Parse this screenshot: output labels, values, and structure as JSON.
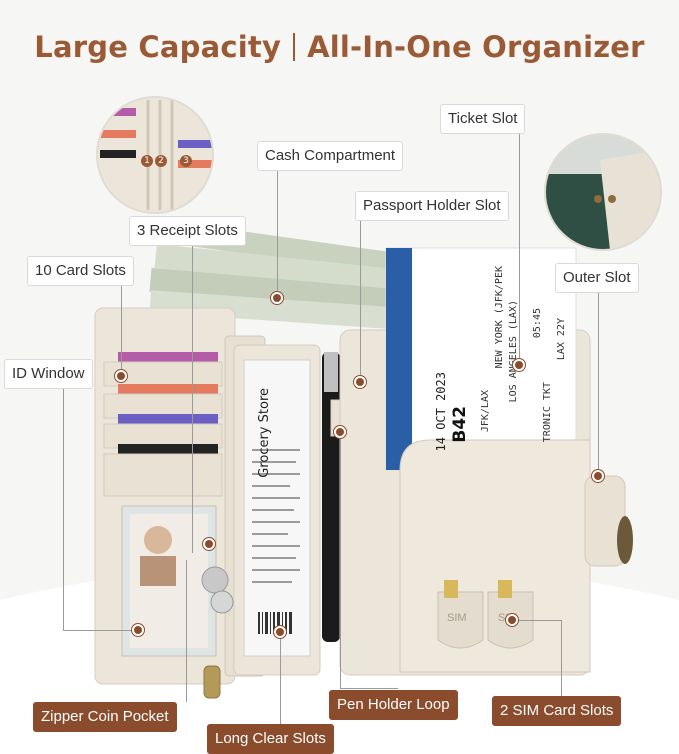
{
  "title": {
    "left": "Large Capacity",
    "right": "All-In-One Organizer"
  },
  "labels": {
    "ticket_slot": "Ticket Slot",
    "cash_compartment": "Cash Compartment",
    "passport_holder_slot": "Passport Holder Slot",
    "receipt_slots": "3 Receipt Slots",
    "card_slots": "10 Card Slots",
    "outer_slot": "Outer Slot",
    "id_window": "ID Window",
    "zipper_coin_pocket": "Zipper Coin Pocket",
    "long_clear_slots": "Long Clear Slots",
    "pen_holder_loop": "Pen Holder Loop",
    "sim_card_slots": "2 SIM Card Slots"
  },
  "receipt_numbers": [
    "1",
    "2",
    "3"
  ],
  "boarding_pass": {
    "city_from": "NEW YORK (JFK/PEK",
    "city_to": "LOS ANGELES (LAX)",
    "date": "14 OCT 2023",
    "gate": "B42",
    "route": "JFK/LAX",
    "eticket": "TRONIC TKT",
    "time": "05:45",
    "seat": "LAX 22Y"
  },
  "receipt": {
    "store": "Grocery Store"
  },
  "sim_labels": [
    "SIM",
    "SIM"
  ],
  "colors": {
    "title": "#9a5a36",
    "accent_label": "#8a4c2c",
    "wallet": "#ece6da",
    "passport": "#1f3d7a"
  }
}
